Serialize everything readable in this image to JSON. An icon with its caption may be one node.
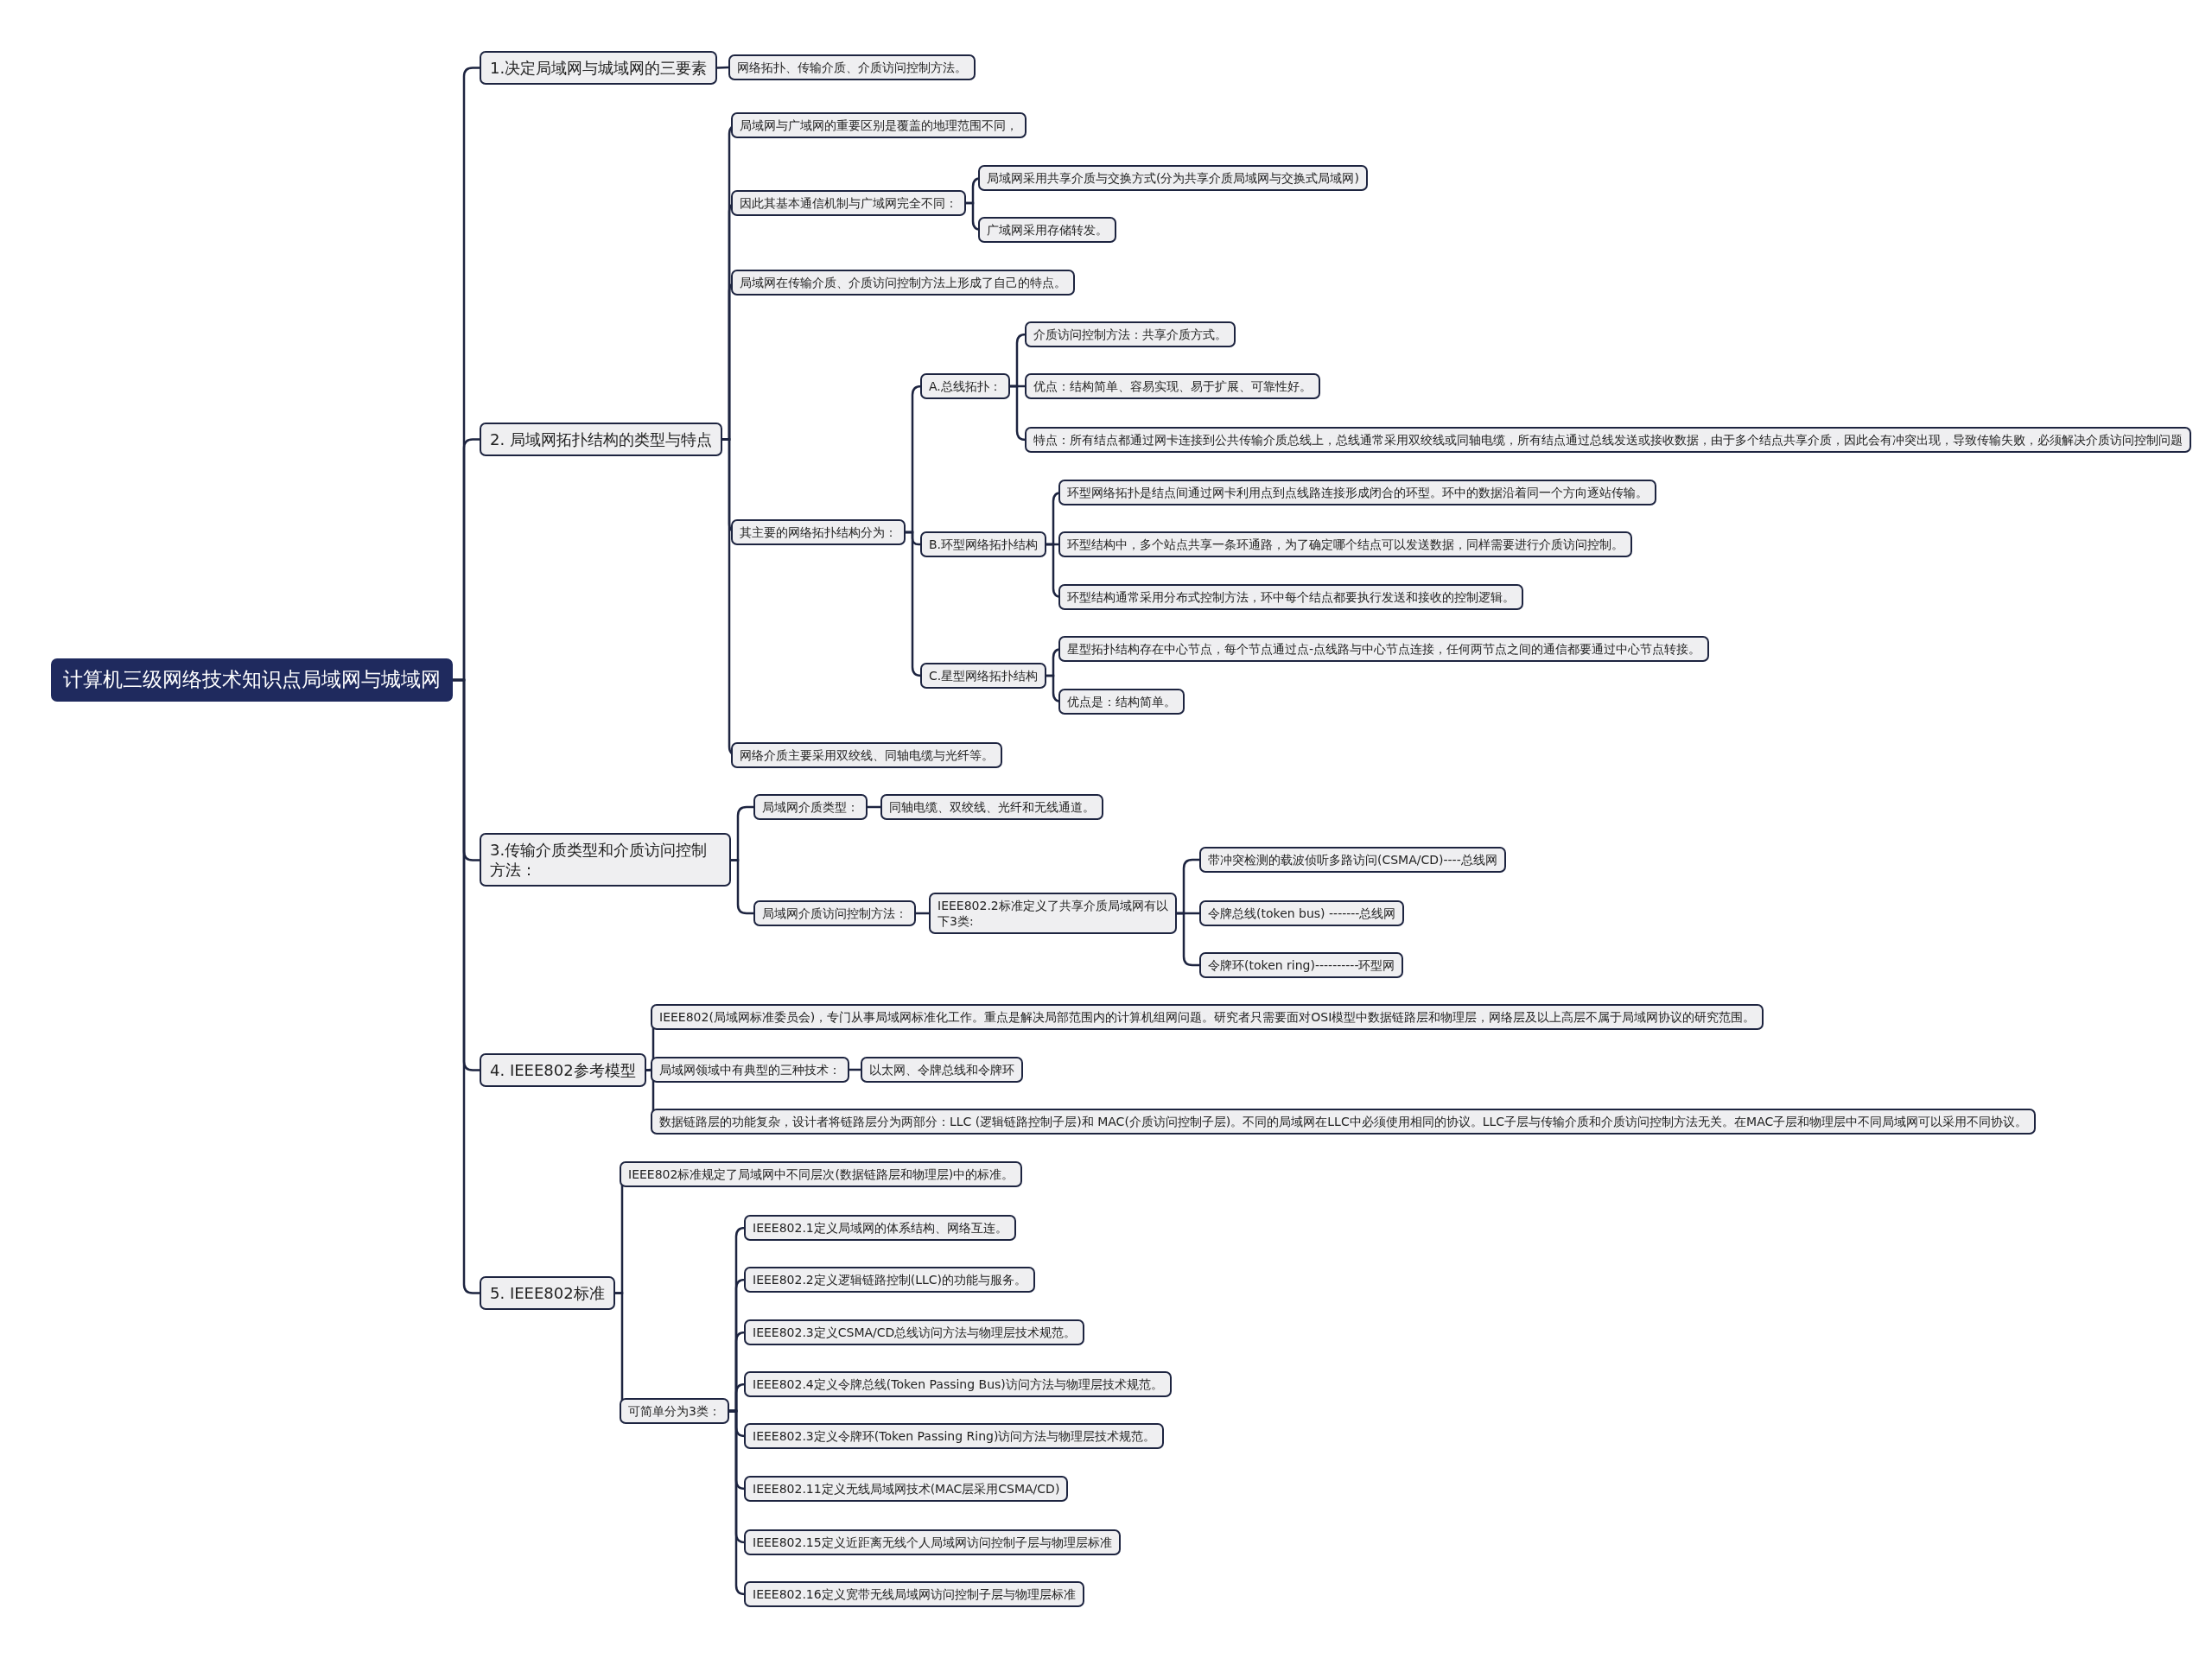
{
  "diagram": {
    "nodes": [
      {
        "text": [
          "计算机三级网络技术知识点局域网与城域网"
        ]
      },
      {
        "text": [
          "1.决定局域网与城域网的三要素"
        ]
      },
      {
        "text": [
          "网络拓扑、传输介质、介质访问控制方法。"
        ]
      },
      {
        "text": [
          "2. 局域网拓扑结构的类型与特点"
        ]
      },
      {
        "text": [
          "局域网与广域网的重要区别是覆盖的地理范围不同，"
        ]
      },
      {
        "text": [
          "因此其基本通信机制与广域网完全不同："
        ]
      },
      {
        "text": [
          "局域网采用共享介质与交换方式(分为共享介质局域网与交换式局域网)"
        ]
      },
      {
        "text": [
          "广域网采用存储转发。"
        ]
      },
      {
        "text": [
          "局域网在传输介质、介质访问控制方法上形成了自己的特点。"
        ]
      },
      {
        "text": [
          "其主要的网络拓扑结构分为："
        ]
      },
      {
        "text": [
          "A.总线拓扑："
        ]
      },
      {
        "text": [
          "介质访问控制方法：共享介质方式。"
        ]
      },
      {
        "text": [
          "优点：结构简单、容易实现、易于扩展、可靠性好。"
        ]
      },
      {
        "text": [
          "特点：所有结点都通过网卡连接到公共传输介质总线上，总线通常采用双绞线或同轴电缆，所有结点通过总线发送或接收数据，由于多个结点共享介质，因此会有冲突出现，导致传输失败，必须解决介质访问控制问题"
        ]
      },
      {
        "text": [
          "B.环型网络拓扑结构"
        ]
      },
      {
        "text": [
          "环型网络拓扑是结点间通过网卡利用点到点线路连接形成闭合的环型。环中的数据沿着同一个方向逐站传输。"
        ]
      },
      {
        "text": [
          "环型结构中，多个站点共享一条环通路，为了确定哪个结点可以发送数据，同样需要进行介质访问控制。"
        ]
      },
      {
        "text": [
          "环型结构通常采用分布式控制方法，环中每个结点都要执行发送和接收的控制逻辑。"
        ]
      },
      {
        "text": [
          "C.星型网络拓扑结构"
        ]
      },
      {
        "text": [
          "星型拓扑结构存在中心节点，每个节点通过点-点线路与中心节点连接，任何两节点之间的通信都要通过中心节点转接。"
        ]
      },
      {
        "text": [
          "优点是：结构简单。"
        ]
      },
      {
        "text": [
          "网络介质主要采用双绞线、同轴电缆与光纤等。"
        ]
      },
      {
        "text": [
          "3.传输介质类型和介质访问控制方法："
        ]
      },
      {
        "text": [
          "局域网介质类型："
        ]
      },
      {
        "text": [
          "同轴电缆、双绞线、光纤和无线通道。"
        ]
      },
      {
        "text": [
          "局域网介质访问控制方法："
        ]
      },
      {
        "text": [
          "IEEE802.2标准定义了共享介质局域网有以下3类:"
        ]
      },
      {
        "text": [
          "带冲突检测的载波侦听多路访问(CSMA/CD)----总线网"
        ]
      },
      {
        "text": [
          "令牌总线(token bus) -------总线网"
        ]
      },
      {
        "text": [
          "令牌环(token ring)----------环型网"
        ]
      },
      {
        "text": [
          "4. IEEE802参考模型"
        ]
      },
      {
        "text": [
          "IEEE802(局域网标准委员会)，专门从事局域网标准化工作。重点是解决局部范围内的计算机组网问题。研究者只需要面对OSI模型中数据链路层和物理层，网络层及以上高层不属于局域网协议的研究范围。"
        ]
      },
      {
        "text": [
          "局域网领域中有典型的三种技术："
        ]
      },
      {
        "text": [
          "以太网、令牌总线和令牌环"
        ]
      },
      {
        "text": [
          "数据链路层的功能复杂，设计者将链路层分为两部分：LLC (逻辑链路控制子层)和 MAC(介质访问控制子层)。不同的局域网在LLC中必须使用相同的协议。LLC子层与传输介质和介质访问控制方法无关。在MAC子层和物理层中不同局域网可以采用不同协议。"
        ]
      },
      {
        "text": [
          "5. IEEE802标准"
        ]
      },
      {
        "text": [
          "IEEE802标准规定了局域网中不同层次(数据链路层和物理层)中的标准。"
        ]
      },
      {
        "text": [
          "可简单分为3类："
        ]
      },
      {
        "text": [
          "IEEE802.1定义局域网的体系结构、网络互连。"
        ]
      },
      {
        "text": [
          "IEEE802.2定义逻辑链路控制(LLC)的功能与服务。"
        ]
      },
      {
        "text": [
          "IEEE802.3定义CSMA/CD总线访问方法与物理层技术规范。"
        ]
      },
      {
        "text": [
          "IEEE802.4定义令牌总线(Token Passing Bus)访问方法与物理层技术规范。"
        ]
      },
      {
        "text": [
          "IEEE802.3定义令牌环(Token Passing Ring)访问方法与物理层技术规范。"
        ]
      },
      {
        "text": [
          "IEEE802.11定义无线局域网技术(MAC层采用CSMA/CD)"
        ]
      },
      {
        "text": [
          "IEEE802.15定义近距离无线个人局域网访问控制子层与物理层标准"
        ]
      },
      {
        "text": [
          "IEEE802.16定义宽带无线局域网访问控制子层与物理层标准"
        ]
      }
    ],
    "edges": [
      {
        "from": 0,
        "to": 1,
        "arrow": "none"
      },
      {
        "from": 1,
        "to": 2,
        "arrow": "none"
      },
      {
        "from": 0,
        "to": 3,
        "arrow": "none"
      },
      {
        "from": 3,
        "to": 4,
        "arrow": "none"
      },
      {
        "from": 3,
        "to": 5,
        "arrow": "none"
      },
      {
        "from": 5,
        "to": 6,
        "arrow": "none"
      },
      {
        "from": 5,
        "to": 7,
        "arrow": "none"
      },
      {
        "from": 3,
        "to": 8,
        "arrow": "none"
      },
      {
        "from": 3,
        "to": 9,
        "arrow": "none"
      },
      {
        "from": 9,
        "to": 10,
        "arrow": "none"
      },
      {
        "from": 10,
        "to": 11,
        "arrow": "none"
      },
      {
        "from": 10,
        "to": 12,
        "arrow": "none"
      },
      {
        "from": 10,
        "to": 13,
        "arrow": "none"
      },
      {
        "from": 9,
        "to": 14,
        "arrow": "none"
      },
      {
        "from": 14,
        "to": 15,
        "arrow": "none"
      },
      {
        "from": 14,
        "to": 16,
        "arrow": "none"
      },
      {
        "from": 14,
        "to": 17,
        "arrow": "none"
      },
      {
        "from": 9,
        "to": 18,
        "arrow": "none"
      },
      {
        "from": 18,
        "to": 19,
        "arrow": "none"
      },
      {
        "from": 18,
        "to": 20,
        "arrow": "none"
      },
      {
        "from": 3,
        "to": 21,
        "arrow": "none"
      },
      {
        "from": 0,
        "to": 22,
        "arrow": "none"
      },
      {
        "from": 22,
        "to": 23,
        "arrow": "none"
      },
      {
        "from": 23,
        "to": 24,
        "arrow": "none"
      },
      {
        "from": 22,
        "to": 25,
        "arrow": "none"
      },
      {
        "from": 25,
        "to": 26,
        "arrow": "none"
      },
      {
        "from": 26,
        "to": 27,
        "arrow": "none"
      },
      {
        "from": 26,
        "to": 28,
        "arrow": "none"
      },
      {
        "from": 26,
        "to": 29,
        "arrow": "none"
      },
      {
        "from": 0,
        "to": 30,
        "arrow": "none"
      },
      {
        "from": 30,
        "to": 31,
        "arrow": "none"
      },
      {
        "from": 30,
        "to": 32,
        "arrow": "none"
      },
      {
        "from": 32,
        "to": 33,
        "arrow": "none"
      },
      {
        "from": 30,
        "to": 34,
        "arrow": "none"
      },
      {
        "from": 0,
        "to": 35,
        "arrow": "none"
      },
      {
        "from": 35,
        "to": 36,
        "arrow": "none"
      },
      {
        "from": 35,
        "to": 37,
        "arrow": "none"
      },
      {
        "from": 37,
        "to": 38,
        "arrow": "none"
      },
      {
        "from": 37,
        "to": 39,
        "arrow": "none"
      },
      {
        "from": 37,
        "to": 40,
        "arrow": "none"
      },
      {
        "from": 37,
        "to": 41,
        "arrow": "none"
      },
      {
        "from": 37,
        "to": 42,
        "arrow": "none"
      },
      {
        "from": 37,
        "to": 43,
        "arrow": "none"
      },
      {
        "from": 37,
        "to": 44,
        "arrow": "none"
      },
      {
        "from": 37,
        "to": 45,
        "arrow": "none"
      }
    ]
  }
}
